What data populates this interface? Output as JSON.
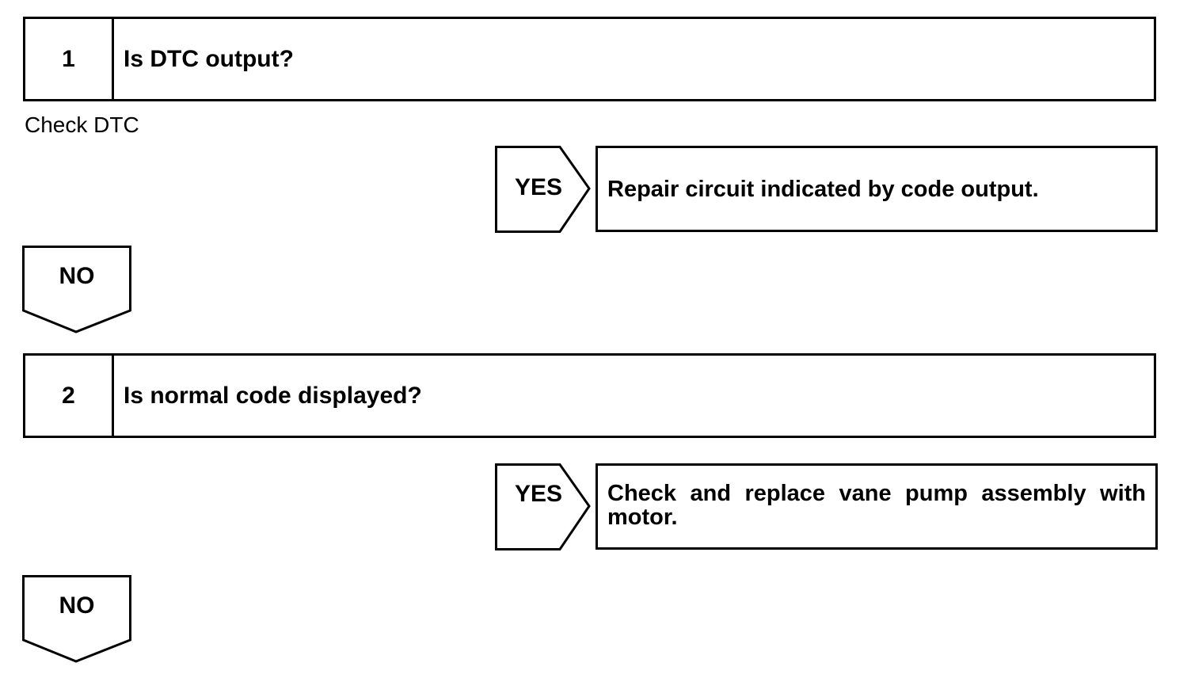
{
  "steps": [
    {
      "number": "1",
      "question": "Is DTC output?",
      "note": "Check DTC",
      "yes_label": "YES",
      "yes_result": "Repair circuit indicated by code output.",
      "no_label": "NO"
    },
    {
      "number": "2",
      "question": "Is normal code displayed?",
      "yes_label": "YES",
      "yes_result": "Check and replace vane pump assembly with motor.",
      "no_label": "NO"
    }
  ]
}
